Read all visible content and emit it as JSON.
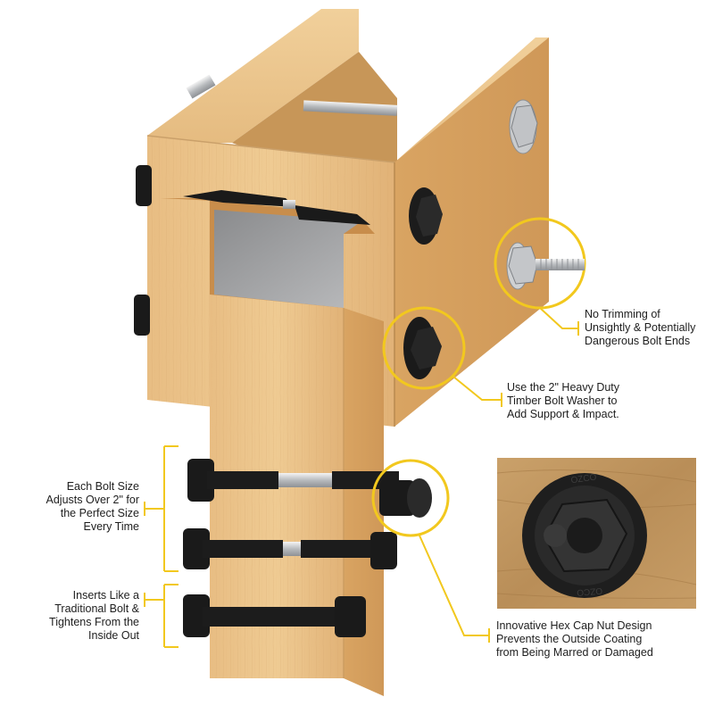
{
  "colors": {
    "accent": "#f2c81e",
    "wood_light": "#e9c48c",
    "wood_mid": "#d9a96a",
    "wood_dark": "#c28a4c",
    "bolt_black": "#1a1a1a",
    "steel": "#c7c9cc",
    "text": "#1e1e1e"
  },
  "callouts": {
    "no_trimming": [
      "No Trimming of",
      "Unsightly & Potentially",
      "Dangerous Bolt Ends"
    ],
    "washer": [
      "Use the 2\" Heavy Duty",
      "Timber Bolt Washer to",
      "Add Support & Impact."
    ],
    "adjusts": [
      "Each Bolt Size",
      "Adjusts Over 2\" for",
      "the Perfect Size",
      "Every Time"
    ],
    "inserts": [
      "Inserts Like a",
      "Traditional Bolt &",
      "Tightens From the",
      "Inside Out"
    ],
    "hex_cap": [
      "Innovative Hex Cap Nut Design",
      "Prevents the Outside Coating",
      "from Being Marred or Damaged"
    ]
  },
  "inset_photo": {
    "nut_emboss_text": "OZCO"
  }
}
